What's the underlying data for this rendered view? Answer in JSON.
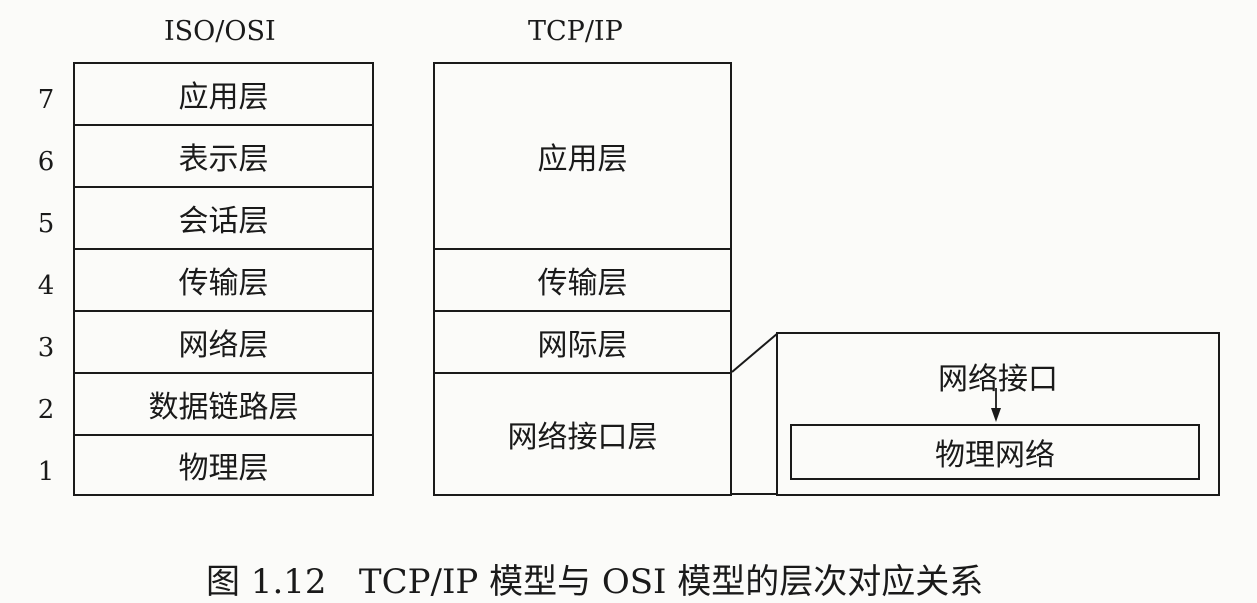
{
  "osi": {
    "header": "ISO/OSI",
    "layers": [
      {
        "num": "7",
        "name": "应用层"
      },
      {
        "num": "6",
        "name": "表示层"
      },
      {
        "num": "5",
        "name": "会话层"
      },
      {
        "num": "4",
        "name": "传输层"
      },
      {
        "num": "3",
        "name": "网络层"
      },
      {
        "num": "2",
        "name": "数据链路层"
      },
      {
        "num": "1",
        "name": "物理层"
      }
    ]
  },
  "tcpip": {
    "header": "TCP/IP",
    "layers": [
      "应用层",
      "传输层",
      "网际层",
      "网络接口层"
    ]
  },
  "detail": {
    "interface_label": "网络接口",
    "physical_label": "物理网络"
  },
  "caption": "图 1.12   TCP/IP 模型与 OSI 模型的层次对应关系"
}
